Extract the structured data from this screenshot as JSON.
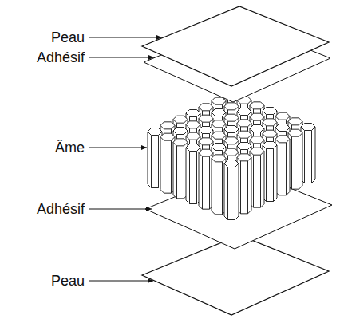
{
  "diagram": {
    "labels": [
      "Peau",
      "Adhésif",
      "Âme",
      "Adhésif",
      "Peau"
    ]
  }
}
